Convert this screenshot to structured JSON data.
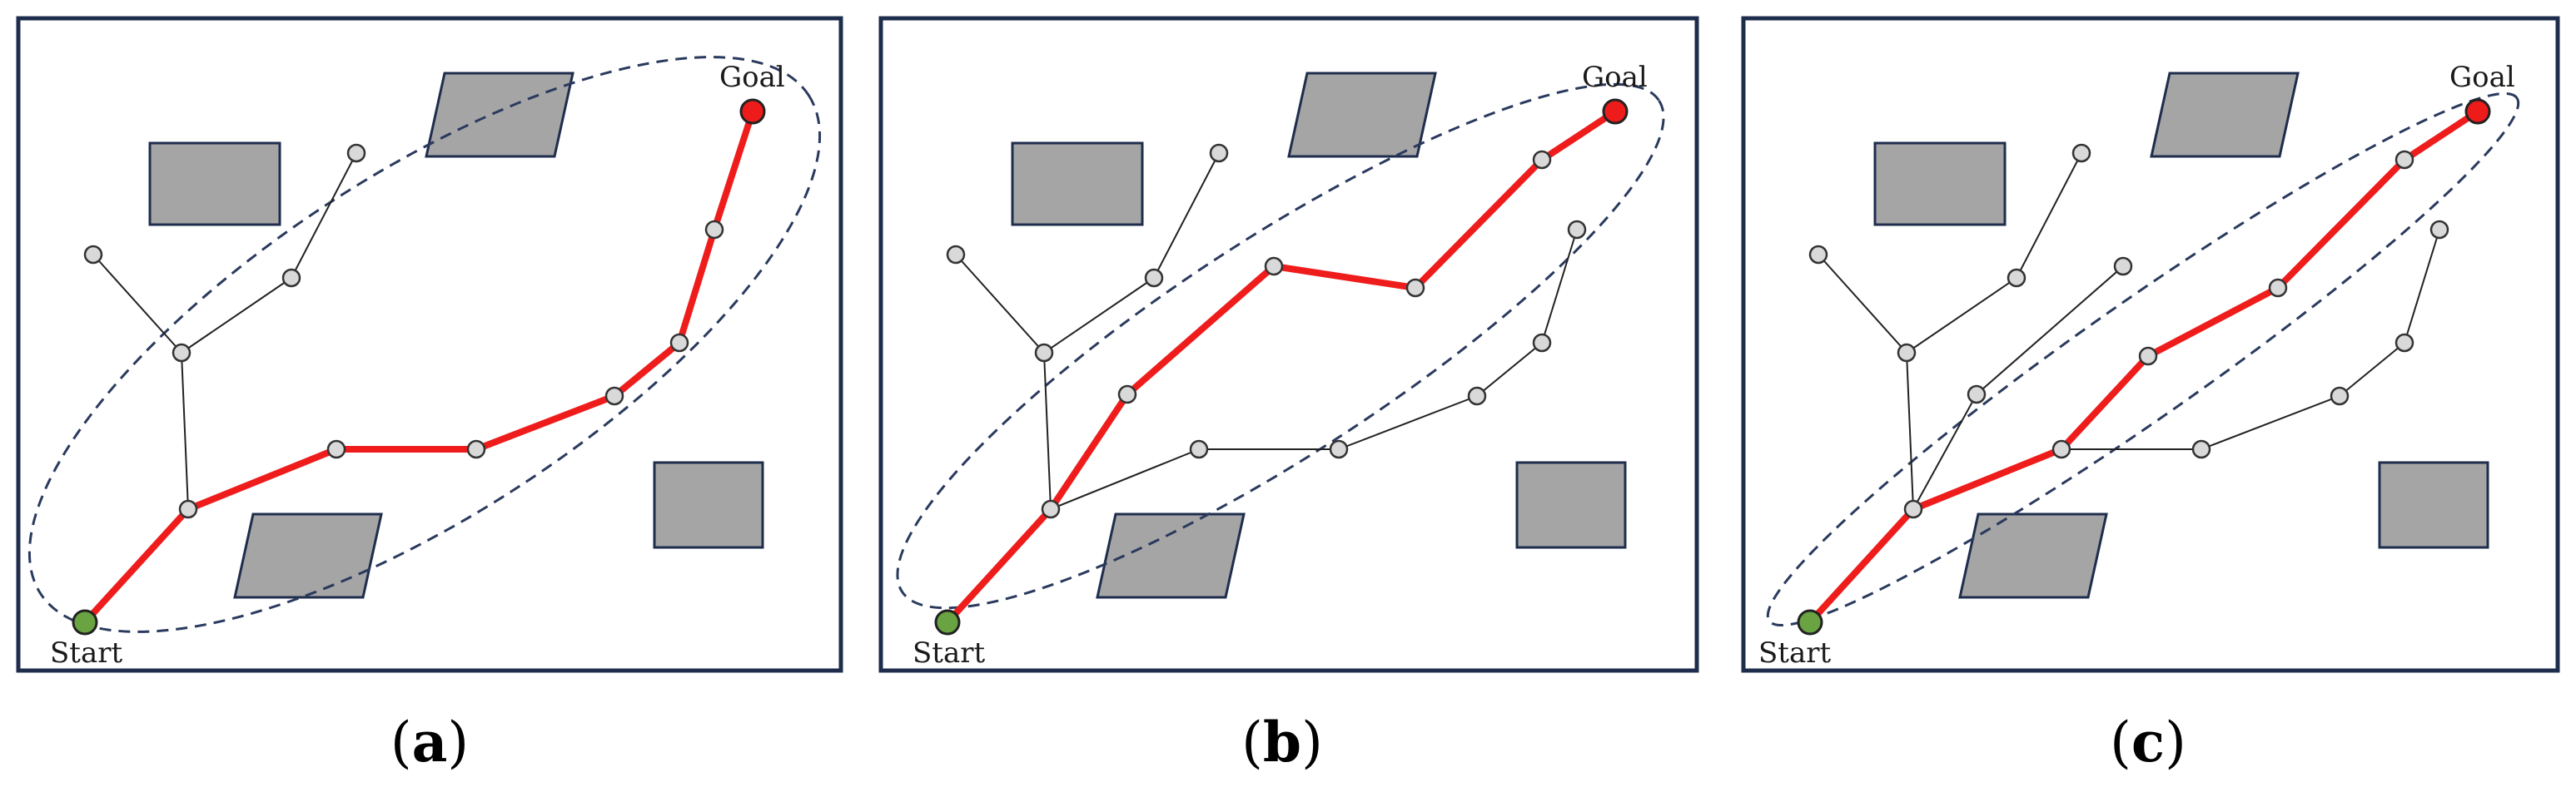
{
  "labels": {
    "start": "Start",
    "goal": "Goal"
  },
  "panels": [
    {
      "id": "a",
      "caption": "a"
    },
    {
      "id": "b",
      "caption": "b"
    },
    {
      "id": "c",
      "caption": "c"
    }
  ],
  "colors": {
    "frame": "#1f2d4d",
    "obstacle_fill": "#a5a5a5",
    "obstacle_stroke": "#1f2d4d",
    "path": "#ef1c1c",
    "node_fill": "#d9d9d9",
    "start": "#6aa341",
    "goal": "#ee1b1b",
    "ellipse": "#2a3a5e"
  }
}
